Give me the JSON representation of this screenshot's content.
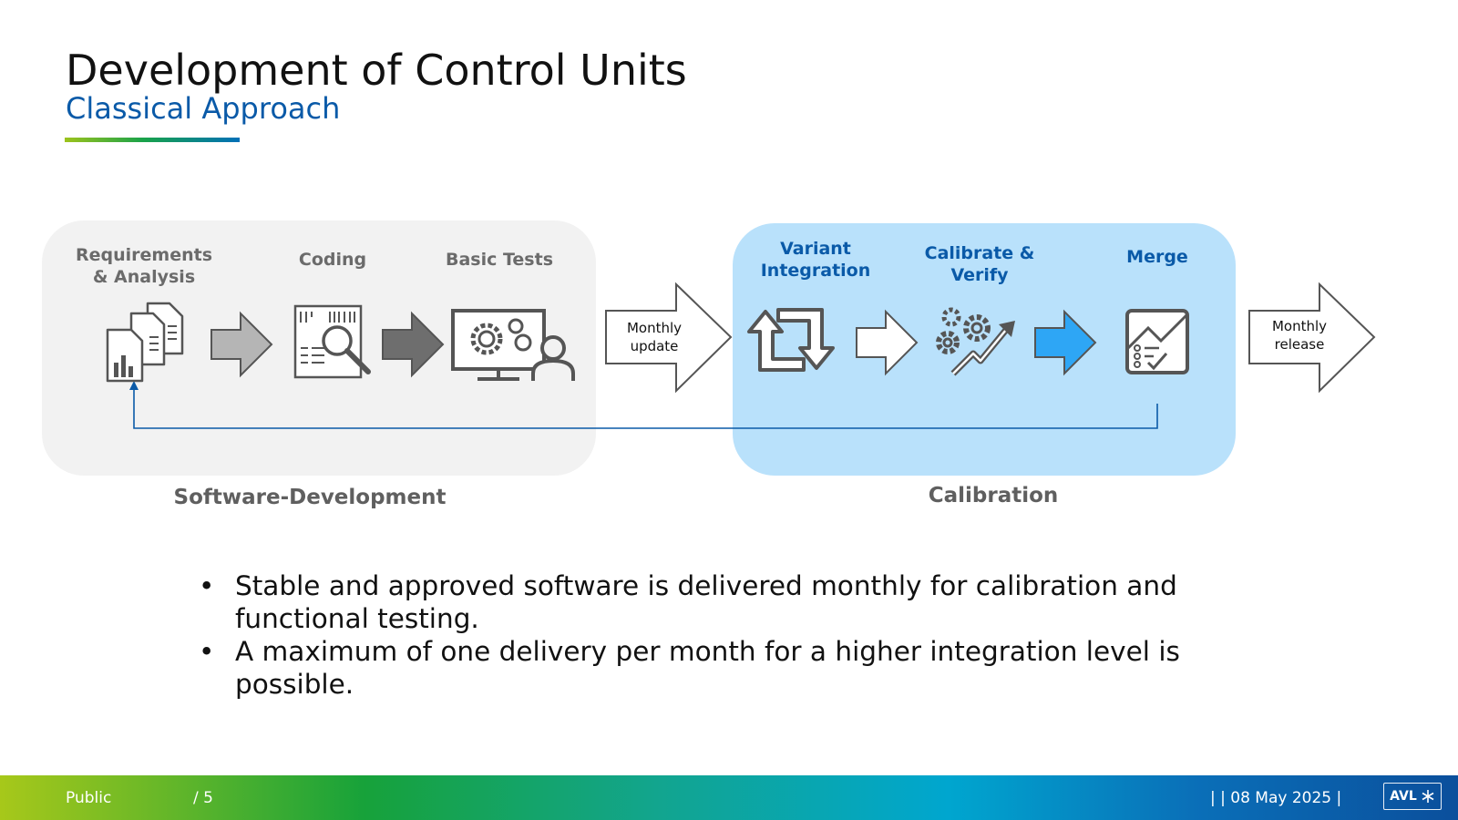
{
  "slide": {
    "title": "Development of Control Units",
    "subtitle": "Classical Approach"
  },
  "diagram": {
    "software_group": {
      "label": "Software-Development",
      "steps": [
        {
          "label_line1": "Requirements",
          "label_line2": "& Analysis",
          "icon": "documents-icon"
        },
        {
          "label_line1": "Coding",
          "icon": "code-search-icon"
        },
        {
          "label_line1": "Basic Tests",
          "icon": "monitor-gears-user-icon"
        }
      ]
    },
    "handoff_arrow": {
      "line1": "Monthly",
      "line2": "update"
    },
    "calibration_group": {
      "label": "Calibration",
      "steps": [
        {
          "label_line1": "Variant",
          "label_line2": "Integration",
          "icon": "cycle-arrows-icon"
        },
        {
          "label_line1": "Calibrate &",
          "label_line2": "Verify",
          "icon": "gears-trend-icon"
        },
        {
          "label_line1": "Merge",
          "icon": "chart-checklist-icon"
        }
      ]
    },
    "release_arrow": {
      "line1": "Monthly",
      "line2": "release"
    },
    "colors": {
      "software_box": "#f2f2f2",
      "calibration_box": "#b9e1fb",
      "accent_blue": "#0a5aa8",
      "bright_arrow": "#2ea6f5",
      "feedback_line": "#0a5aa8"
    }
  },
  "bullets": [
    {
      "line1": "Stable and approved software is delivered monthly for calibration and",
      "line2": "functional testing."
    },
    {
      "line1": "A maximum of one delivery per month for a higher integration level is",
      "line2": "possible."
    }
  ],
  "footer": {
    "classification": "Public",
    "page": "/ 5",
    "date": "|  | 08 May 2025 |",
    "logo_text": "AVL"
  }
}
